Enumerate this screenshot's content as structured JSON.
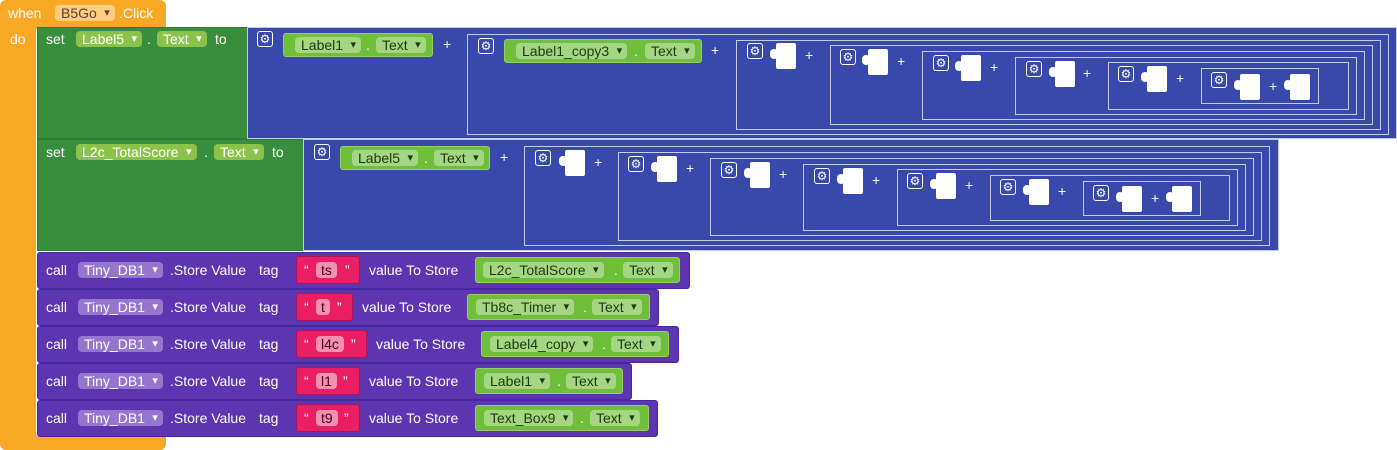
{
  "event": {
    "when": "when",
    "component": "B5Go",
    "event_name": ".Click",
    "do": "do"
  },
  "set_blocks": [
    {
      "set": "set",
      "component": "Label5",
      "dot": ".",
      "prop": "Text",
      "to": "to",
      "first": {
        "component": "Label1",
        "dot": ".",
        "prop": "Text"
      },
      "second": {
        "component": "Label1_copy3",
        "dot": ".",
        "prop": "Text"
      }
    },
    {
      "set": "set",
      "component": "L2c_TotalScore",
      "dot": ".",
      "prop": "Text",
      "to": "to",
      "first": {
        "component": "Label5",
        "dot": ".",
        "prop": "Text"
      }
    }
  ],
  "join": {
    "plus": "+",
    "gear_icon": "gear-icon",
    "empty_socket_icon": "empty-socket-icon"
  },
  "store_blocks": [
    {
      "call": "call",
      "component": "Tiny_DB1",
      "method": ".Store Value",
      "tag_label": "tag",
      "open_quote": "“",
      "tag": "ts",
      "close_quote": "”",
      "vts_label": "value To Store",
      "value_component": "L2c_TotalScore",
      "dot": ".",
      "value_prop": "Text"
    },
    {
      "call": "call",
      "component": "Tiny_DB1",
      "method": ".Store Value",
      "tag_label": "tag",
      "open_quote": "“",
      "tag": "t",
      "close_quote": "”",
      "vts_label": "value To Store",
      "value_component": "Tb8c_Timer",
      "dot": ".",
      "value_prop": "Text"
    },
    {
      "call": "call",
      "component": "Tiny_DB1",
      "method": ".Store Value",
      "tag_label": "tag",
      "open_quote": "“",
      "tag": "l4c",
      "close_quote": "”",
      "vts_label": "value To Store",
      "value_component": "Label4_copy",
      "dot": ".",
      "value_prop": "Text"
    },
    {
      "call": "call",
      "component": "Tiny_DB1",
      "method": ".Store Value",
      "tag_label": "tag",
      "open_quote": "“",
      "tag": "l1",
      "close_quote": "”",
      "vts_label": "value To Store",
      "value_component": "Label1",
      "dot": ".",
      "value_prop": "Text"
    },
    {
      "call": "call",
      "component": "Tiny_DB1",
      "method": ".Store Value",
      "tag_label": "tag",
      "open_quote": "“",
      "tag": "t9",
      "close_quote": "”",
      "vts_label": "value To Store",
      "value_component": "Text_Box9",
      "dot": ".",
      "value_prop": "Text"
    }
  ],
  "colors": {
    "event": "#f9a825",
    "set": "#388e3c",
    "join": "#3949ab",
    "call": "#5e35b1",
    "component": "#6fbf3b",
    "text": "#e91e63"
  }
}
